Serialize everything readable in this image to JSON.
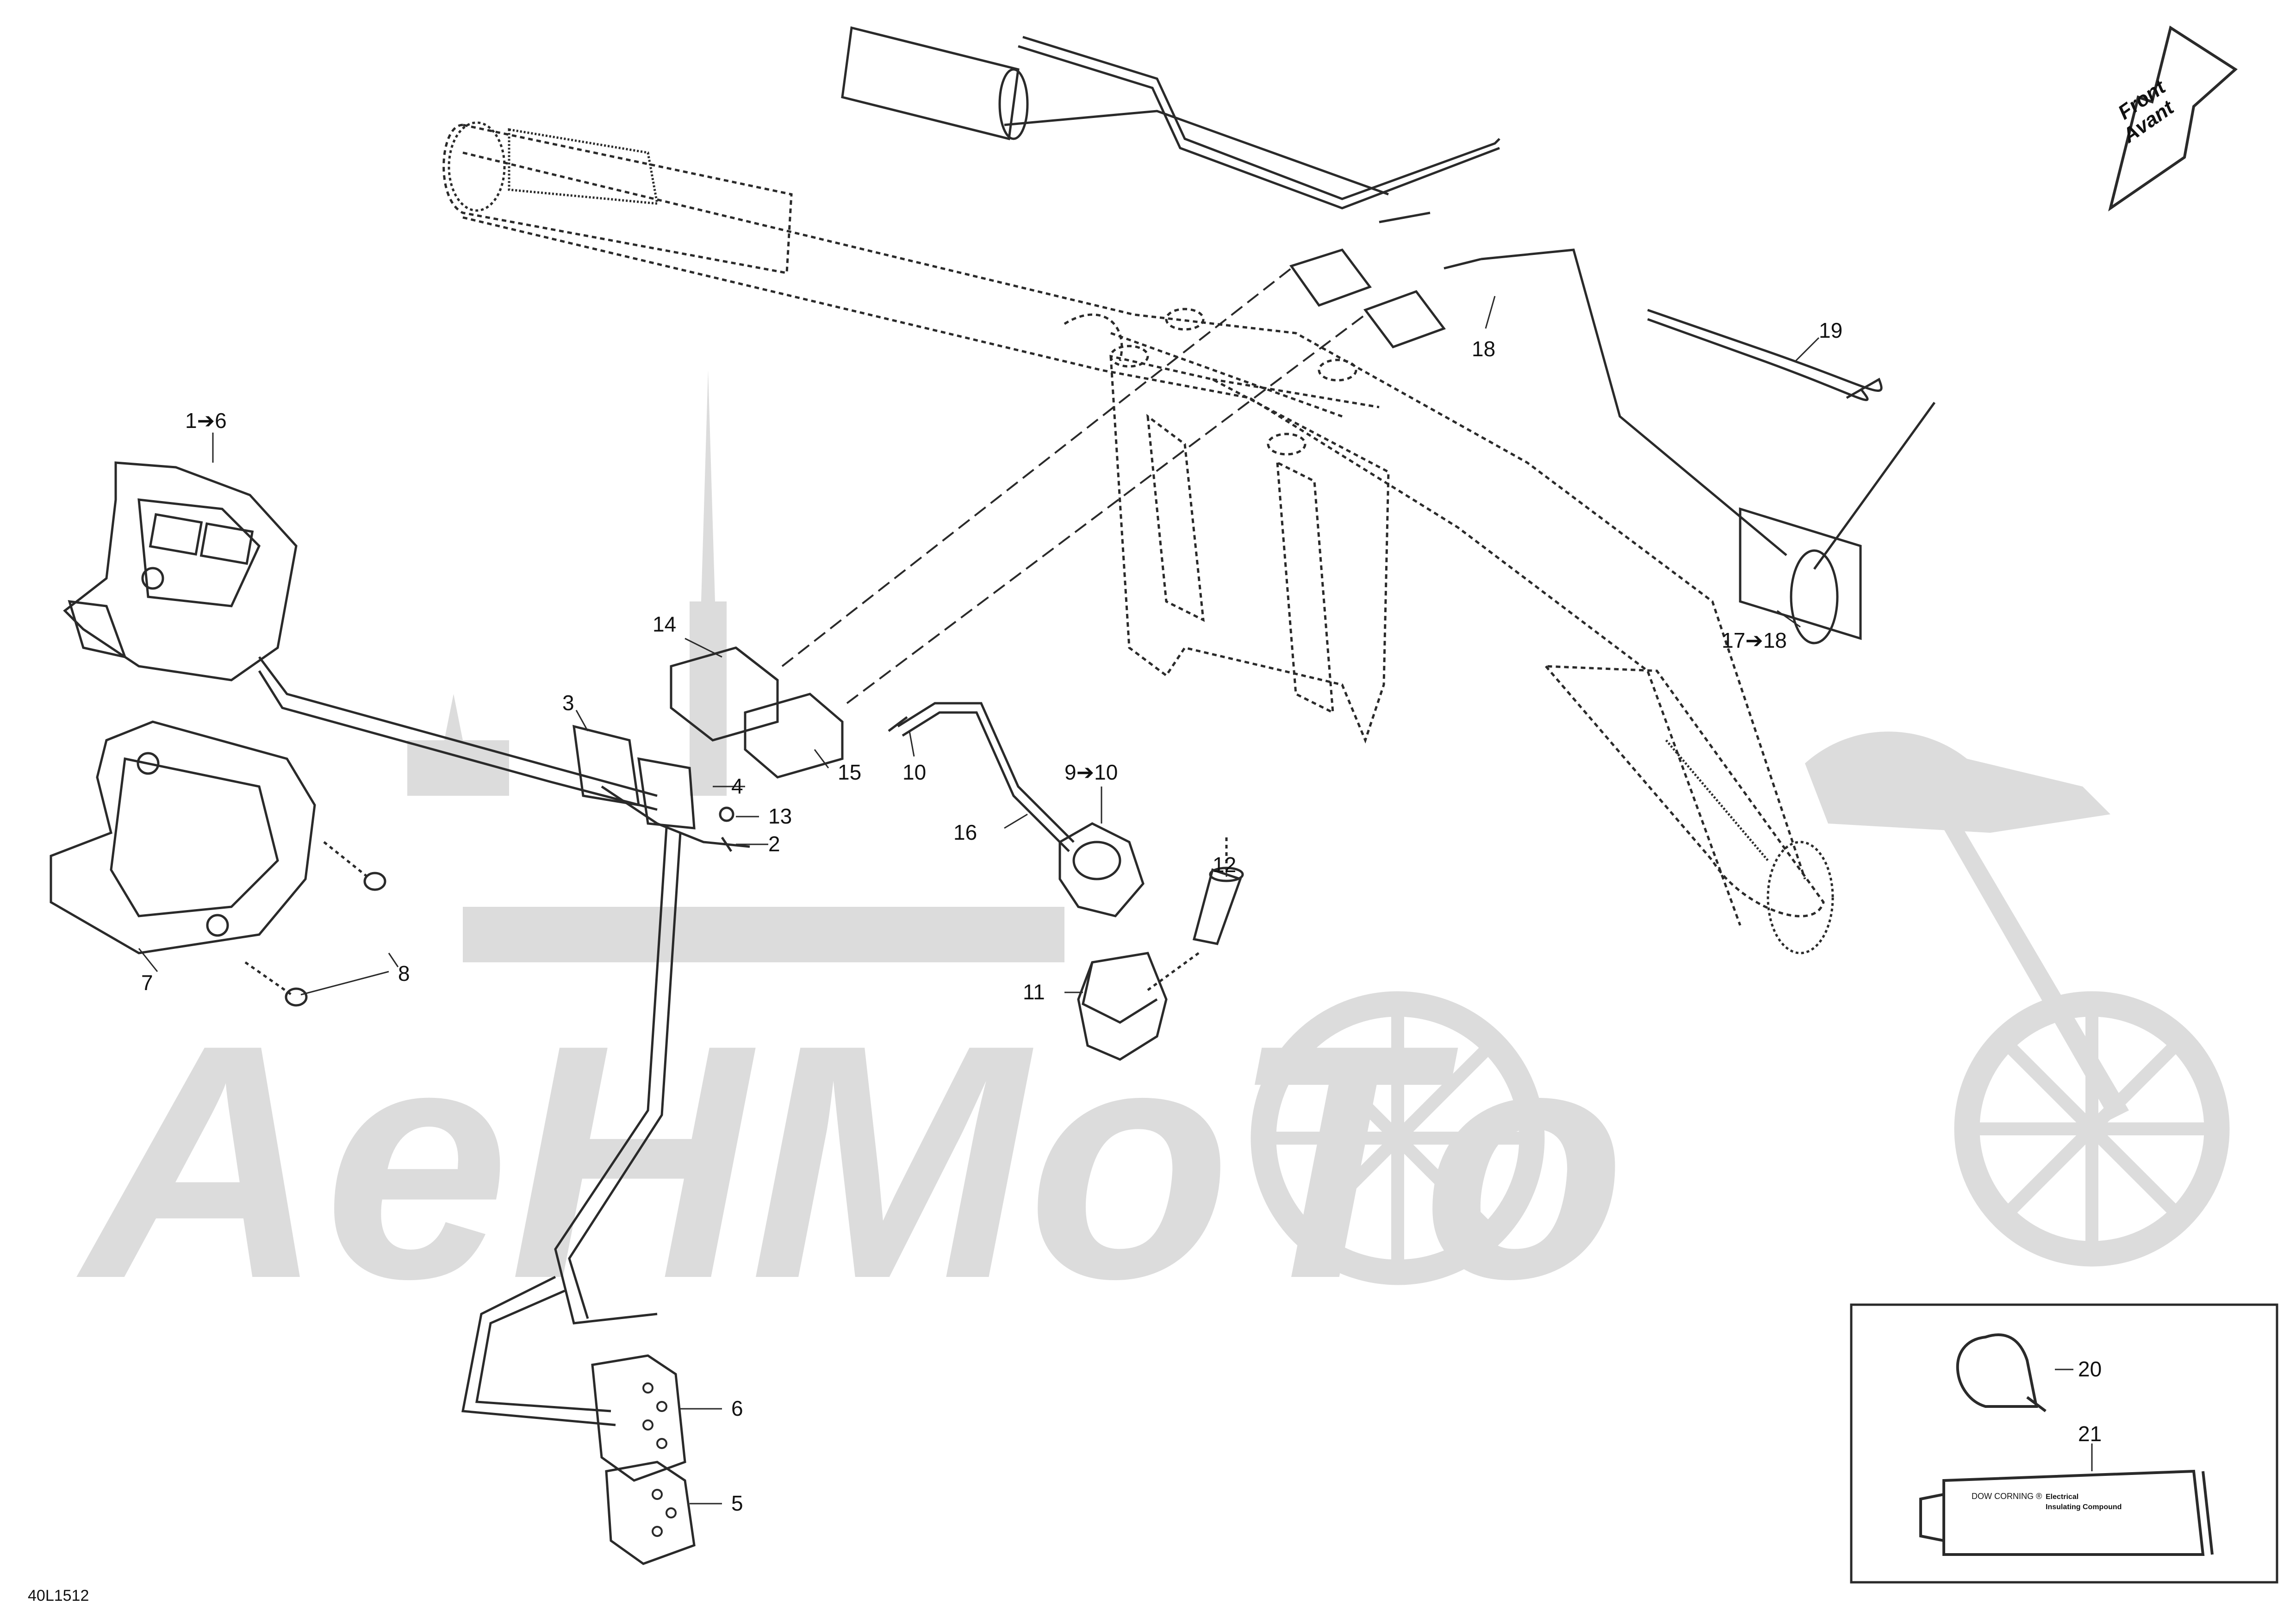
{
  "drawing_ref": "40L1512",
  "front_arrow": {
    "line1": "Front",
    "line2": "Avant"
  },
  "watermark": "AeHMoTo",
  "callouts": {
    "c1_6": "1➔6",
    "c2": "2",
    "c3": "3",
    "c4": "4",
    "c5": "5",
    "c6": "6",
    "c7": "7",
    "c8": "8",
    "c9_10": "9➔10",
    "c10": "10",
    "c11": "11",
    "c12": "12",
    "c13": "13",
    "c14": "14",
    "c15": "15",
    "c16": "16",
    "c17_18": "17➔18",
    "c18": "18",
    "c19": "19",
    "c20": "20",
    "c21": "21"
  },
  "tube_label": {
    "brand": "DOW CORNING ®",
    "line1": "Electrical",
    "line2": "Insulating Compound"
  },
  "colors": {
    "line": "#2a2a2a",
    "watermark": "#d9d9d9",
    "background": "#ffffff"
  }
}
